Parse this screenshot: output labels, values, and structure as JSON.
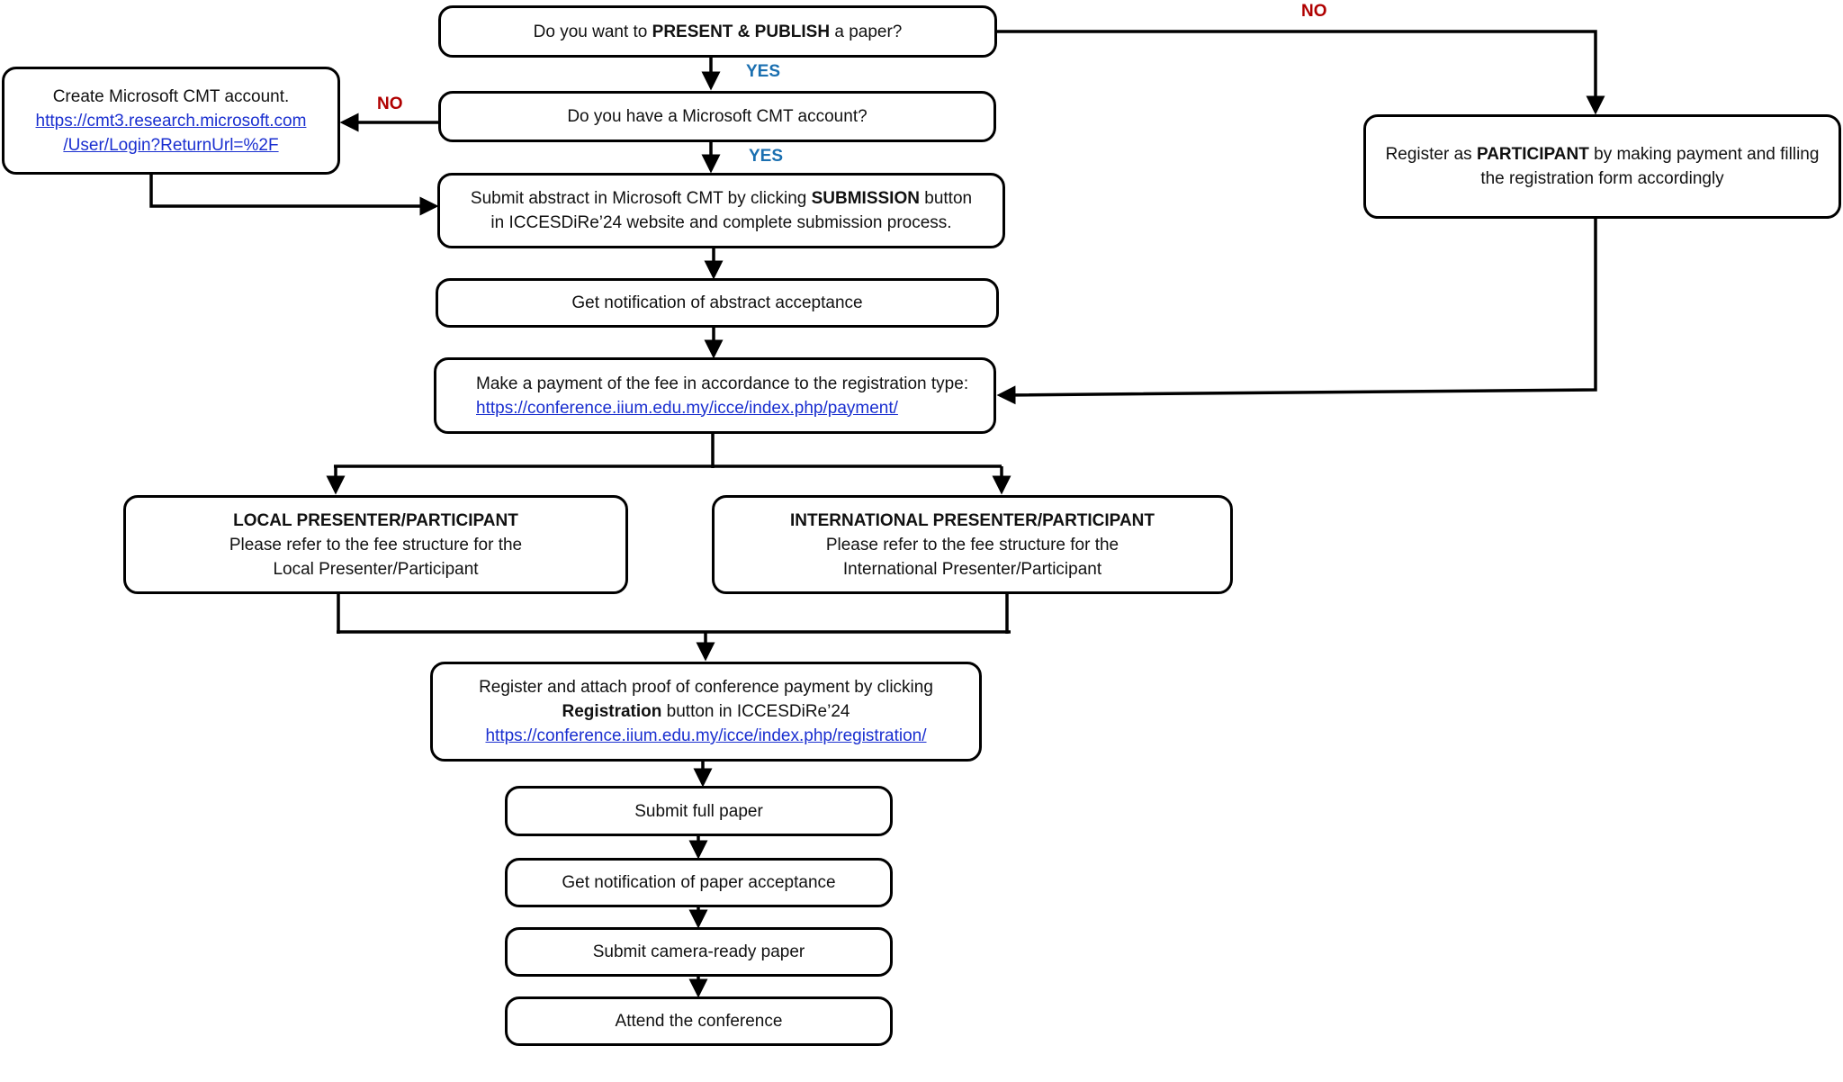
{
  "labels": {
    "no": "NO",
    "yes": "YES"
  },
  "colors": {
    "no": "#b00000",
    "yes": "#1a6fb0",
    "link": "#1a2fd0"
  },
  "nodes": {
    "present": {
      "pre": "Do you want to ",
      "bold": "PRESENT & PUBLISH",
      "post": " a paper?"
    },
    "cmt_question": {
      "text": "Do you have a Microsoft CMT account?"
    },
    "create_cmt": {
      "line1": "Create Microsoft CMT account.",
      "link_line1": "https://cmt3.research.microsoft.com",
      "link_line2": "/User/Login?ReturnUrl=%2F"
    },
    "participant": {
      "pre": "Register as ",
      "bold": "PARTICIPANT",
      "post": " by making payment and filling",
      "line2": "the registration form accordingly"
    },
    "submit_abstract": {
      "pre": "Submit abstract in Microsoft CMT by clicking ",
      "bold": "SUBMISSION",
      "post": " button",
      "line2": "in ICCESDiRe’24 website and complete submission process."
    },
    "abstract_notification": {
      "text": "Get notification of abstract acceptance"
    },
    "payment": {
      "line1": "Make a payment of the fee in accordance to the registration type:",
      "link": "https://conference.iium.edu.my/icce/index.php/payment/"
    },
    "local": {
      "heading": "LOCAL PRESENTER/PARTICIPANT",
      "line2": "Please refer to the fee structure for the",
      "line3": "Local Presenter/Participant"
    },
    "international": {
      "heading": "INTERNATIONAL PRESENTER/PARTICIPANT",
      "line2": "Please refer to the fee structure for the",
      "line3": "International Presenter/Participant"
    },
    "register": {
      "line1": "Register and attach proof of conference payment by clicking",
      "bold": "Registration",
      "post": " button in ICCESDiRe’24",
      "link": "https://conference.iium.edu.my/icce/index.php/registration/"
    },
    "full_paper": {
      "text": "Submit full paper"
    },
    "paper_notification": {
      "text": "Get notification of paper acceptance"
    },
    "camera_ready": {
      "text": "Submit camera-ready paper"
    },
    "attend": {
      "text": "Attend the conference"
    }
  }
}
